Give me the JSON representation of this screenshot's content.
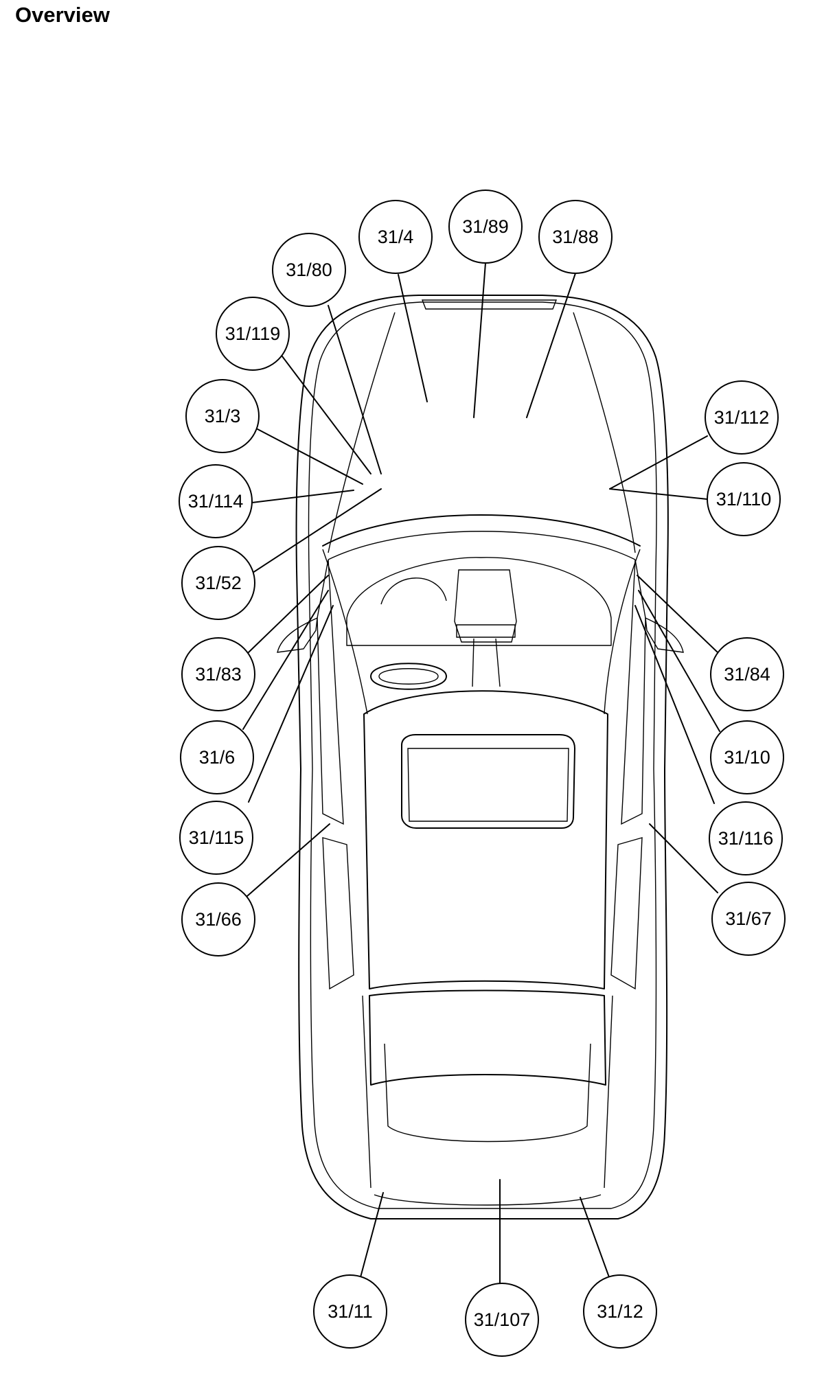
{
  "page": {
    "title": "Overview"
  },
  "callouts": [
    {
      "id": "c-31-4",
      "label": "31/4"
    },
    {
      "id": "c-31-89",
      "label": "31/89"
    },
    {
      "id": "c-31-88",
      "label": "31/88"
    },
    {
      "id": "c-31-80",
      "label": "31/80"
    },
    {
      "id": "c-31-119",
      "label": "31/119"
    },
    {
      "id": "c-31-3",
      "label": "31/3"
    },
    {
      "id": "c-31-114",
      "label": "31/114"
    },
    {
      "id": "c-31-52",
      "label": "31/52"
    },
    {
      "id": "c-31-112",
      "label": "31/112"
    },
    {
      "id": "c-31-110",
      "label": "31/110"
    },
    {
      "id": "c-31-83",
      "label": "31/83"
    },
    {
      "id": "c-31-6",
      "label": "31/6"
    },
    {
      "id": "c-31-115",
      "label": "31/115"
    },
    {
      "id": "c-31-66",
      "label": "31/66"
    },
    {
      "id": "c-31-84",
      "label": "31/84"
    },
    {
      "id": "c-31-10",
      "label": "31/10"
    },
    {
      "id": "c-31-116",
      "label": "31/116"
    },
    {
      "id": "c-31-67",
      "label": "31/67"
    },
    {
      "id": "c-31-11",
      "label": "31/11"
    },
    {
      "id": "c-31-107",
      "label": "31/107"
    },
    {
      "id": "c-31-12",
      "label": "31/12"
    }
  ]
}
